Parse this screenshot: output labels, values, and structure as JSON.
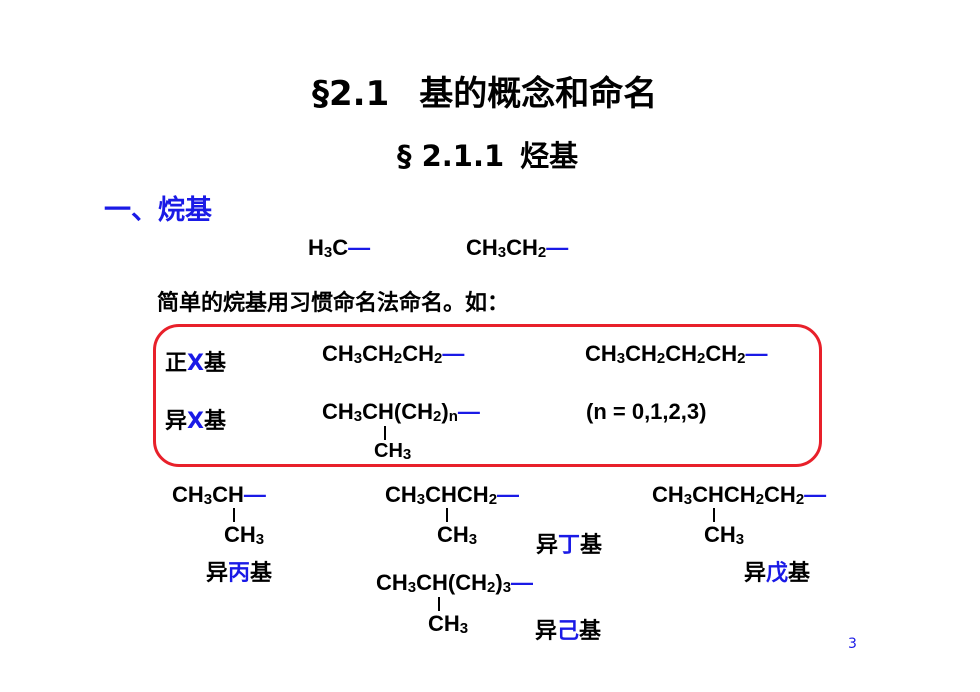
{
  "title": {
    "section": "§2.1",
    "text": "基的概念和命名"
  },
  "subtitle": {
    "section": "§ 2.1.1",
    "text": "烃基"
  },
  "heading": "一、烷基",
  "examples": {
    "methyl": {
      "a": "H",
      "a_sub": "3",
      "b": "C",
      "bond": "—"
    },
    "ethyl": {
      "a": "CH",
      "a_sub": "3",
      "b": "CH",
      "b_sub": "2",
      "bond": "—"
    }
  },
  "intro": "简单的烷基用习惯命名法命名。如：",
  "box": {
    "normal_label": {
      "pre": "正",
      "x": "X",
      "post": "基"
    },
    "iso_label": {
      "pre": "异",
      "x": "X",
      "post": "基"
    },
    "propyl": {
      "p1": "CH",
      "s1": "3",
      "p2": "CH",
      "s2": "2",
      "p3": "CH",
      "s3": "2",
      "bond": "—"
    },
    "butyl": {
      "p1": "CH",
      "s1": "3",
      "p2": "CH",
      "s2": "2",
      "p3": "CH",
      "s3": "2",
      "p4": "CH",
      "s4": "2",
      "bond": "—"
    },
    "iso_general": {
      "p1": "CH",
      "s1": "3",
      "p2": "CH(CH",
      "s2": "2",
      "p3": ")",
      "s3": "n",
      "bond": "—",
      "branch": "CH",
      "branch_sub": "3"
    },
    "n_range": "(n = 0,1,2,3)"
  },
  "isopropyl": {
    "p1": "CH",
    "s1": "3",
    "p2": "CH",
    "bond": "—",
    "branch": "CH",
    "branch_sub": "3",
    "label_pre": "异",
    "label_key": "丙",
    "label_post": "基"
  },
  "isobutyl": {
    "p1": "CH",
    "s1": "3",
    "p2": "CHCH",
    "s2": "2",
    "bond": "—",
    "branch": "CH",
    "branch_sub": "3",
    "label_pre": "异",
    "label_key": "丁",
    "label_post": "基"
  },
  "isopentyl": {
    "p1": "CH",
    "s1": "3",
    "p2": "CHCH",
    "s2": "2",
    "p3": "CH",
    "s3": "2",
    "bond": "—",
    "branch": "CH",
    "branch_sub": "3",
    "label_pre": "异",
    "label_key": "戊",
    "label_post": "基"
  },
  "isohexyl": {
    "p1": "CH",
    "s1": "3",
    "p2": "CH(CH",
    "s2": "2",
    "p3": ")",
    "s3": "3",
    "bond": "—",
    "branch": "CH",
    "branch_sub": "3",
    "label_pre": "异",
    "label_key": "己",
    "label_post": "基"
  },
  "page_number": "3",
  "colors": {
    "accent": "#1a1ae6",
    "box_border": "#e8202a"
  }
}
